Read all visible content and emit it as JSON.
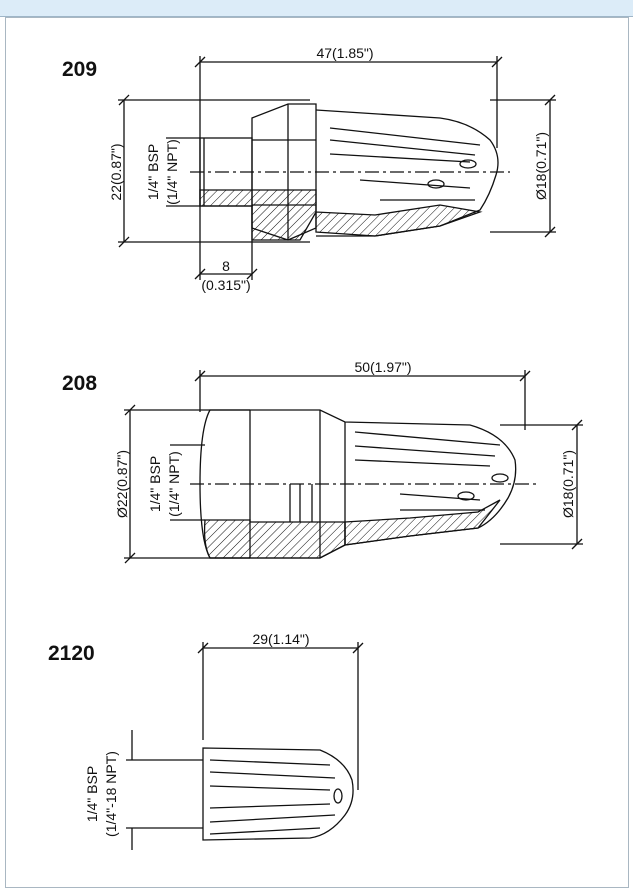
{
  "colors": {
    "topbar": "#dcecf8",
    "frame_border": "#a9b7c2",
    "ink": "#111111"
  },
  "nozzles": [
    {
      "model": "209",
      "overall_length": "47(1.85\")",
      "height": "22(0.87\")",
      "thread_bsp": "1/4\" BSP",
      "thread_npt": "(1/4\" NPT)",
      "tip_diameter": "Ø18(0.71\")",
      "thread_length_mm": "8",
      "thread_length_in": "(0.315\")"
    },
    {
      "model": "208",
      "overall_length": "50(1.97\")",
      "height": "Ø22(0.87\")",
      "thread_bsp": "1/4\" BSP",
      "thread_npt": "(1/4\" NPT)",
      "tip_diameter": "Ø18(0.71\")"
    },
    {
      "model": "2120",
      "overall_length": "29(1.14\")",
      "thread_bsp": "1/4\" BSP",
      "thread_npt": "(1/4\"-18 NPT)"
    }
  ]
}
